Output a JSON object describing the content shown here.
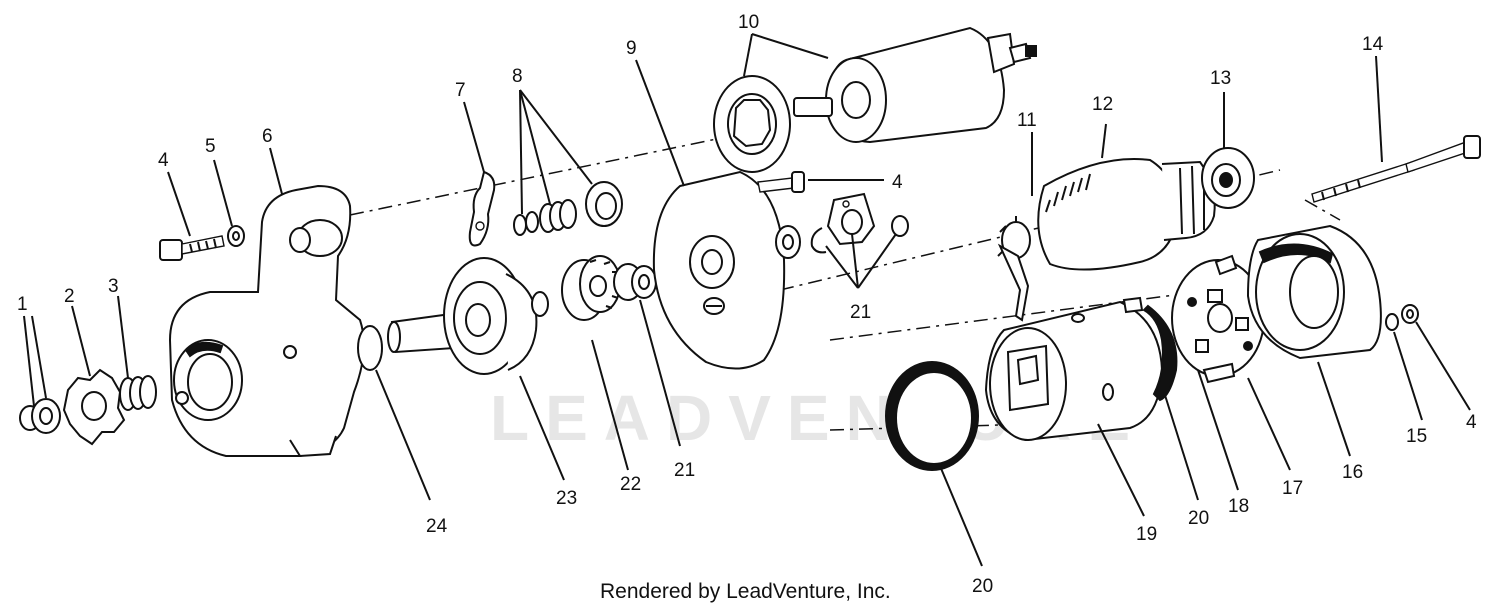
{
  "watermark": "LEADVENTURE",
  "footer": "Rendered by LeadVenture, Inc.",
  "callouts": {
    "c1": "1",
    "c2": "2",
    "c3": "3",
    "c4a": "4",
    "c5": "5",
    "c6": "6",
    "c7": "7",
    "c8": "8",
    "c9": "9",
    "c10": "10",
    "c4b": "4",
    "c11": "11",
    "c12": "12",
    "c13": "13",
    "c14": "14",
    "c21a": "21",
    "c24": "24",
    "c23": "23",
    "c22": "22",
    "c21b": "21",
    "c20a": "20",
    "c19": "19",
    "c20b": "20",
    "c18": "18",
    "c17": "17",
    "c16": "16",
    "c15": "15",
    "c4c": "4"
  }
}
